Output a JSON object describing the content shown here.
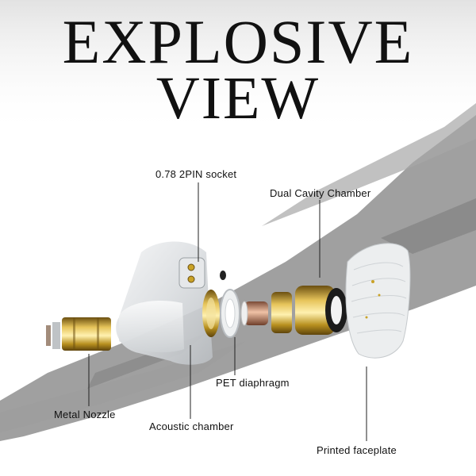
{
  "title": {
    "line1": "EXPLOSIVE",
    "line2": "VIEW"
  },
  "labels": {
    "socket": "0.78 2PIN socket",
    "dual_cavity": "Dual Cavity Chamber",
    "pet_diaphragm": "PET diaphragm",
    "metal_nozzle": "Metal Nozzle",
    "acoustic_chamber": "Acoustic chamber",
    "faceplate": "Printed faceplate"
  },
  "colors": {
    "brush": "#8f8f8f",
    "brass": "#c9a227",
    "copper": "#c98a6a",
    "text": "#111111"
  }
}
